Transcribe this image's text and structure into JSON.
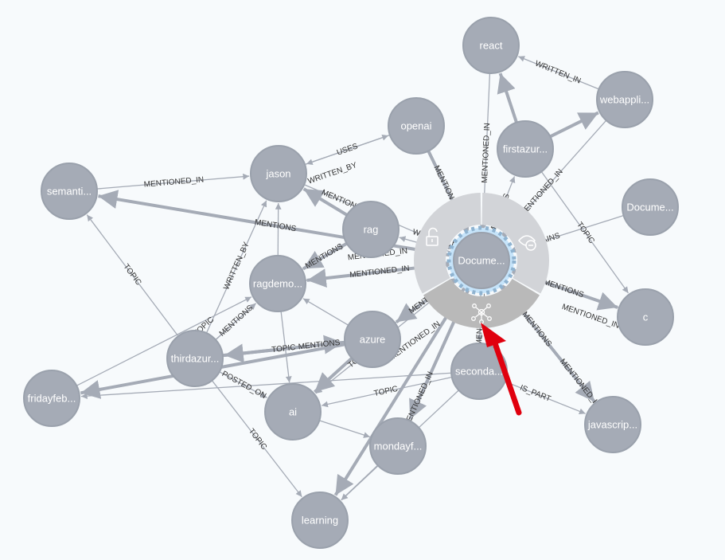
{
  "colors": {
    "node": "#a5abb6",
    "edge": "#a5abb6",
    "background": "#f7fafc",
    "ring_menu": "#d2d4d8",
    "ring_menu_active": "#b9b9b9",
    "selection_halo": "#c6e4fa",
    "annotation_arrow": "#e0000e"
  },
  "nodes": [
    {
      "id": "react",
      "label": "react"
    },
    {
      "id": "webappli",
      "label": "webappli..."
    },
    {
      "id": "openai",
      "label": "openai"
    },
    {
      "id": "firstazur",
      "label": "firstazur..."
    },
    {
      "id": "jason",
      "label": "jason"
    },
    {
      "id": "semanti",
      "label": "semanti..."
    },
    {
      "id": "docright",
      "label": "Docume..."
    },
    {
      "id": "rag",
      "label": "rag"
    },
    {
      "id": "ragdemo",
      "label": "ragdemo..."
    },
    {
      "id": "c",
      "label": "c"
    },
    {
      "id": "azure",
      "label": "azure"
    },
    {
      "id": "thirdazur",
      "label": "thirdazur..."
    },
    {
      "id": "seconda",
      "label": "seconda..."
    },
    {
      "id": "fridayfeb",
      "label": "fridayfeb..."
    },
    {
      "id": "ai",
      "label": "ai"
    },
    {
      "id": "javascrip",
      "label": "javascrip..."
    },
    {
      "id": "mondayf",
      "label": "mondayf..."
    },
    {
      "id": "learning",
      "label": "learning"
    },
    {
      "id": "doc",
      "label": "Docume...",
      "selected": true
    }
  ],
  "edges": [
    {
      "source": "webappli",
      "target": "react",
      "label": "WRITTEN_IN"
    },
    {
      "source": "react",
      "target": "doc",
      "label": "MENTIONED_IN"
    },
    {
      "source": "firstazur",
      "target": "react",
      "label": "",
      "thick": true
    },
    {
      "source": "firstazur",
      "target": "webappli",
      "label": "",
      "thick": true
    },
    {
      "source": "doc",
      "target": "firstazur",
      "label": "MENTIONS"
    },
    {
      "source": "webappli",
      "target": "doc",
      "label": "MENTIONED_IN"
    },
    {
      "source": "firstazur",
      "target": "c",
      "label": "TOPIC"
    },
    {
      "source": "docright",
      "target": "doc",
      "label": "CONTAINS"
    },
    {
      "source": "doc",
      "target": "c",
      "label": "MENTIONS",
      "thick": true
    },
    {
      "source": "c",
      "target": "doc",
      "label": "MENTIONED_IN"
    },
    {
      "source": "doc",
      "target": "javascrip",
      "label": "MENTIONS",
      "thick": true
    },
    {
      "source": "javascrip",
      "target": "doc",
      "label": "MENTIONED_IN"
    },
    {
      "source": "seconda",
      "target": "javascrip",
      "label": "IS_PART"
    },
    {
      "source": "jason",
      "target": "openai",
      "label": "USES"
    },
    {
      "source": "openai",
      "target": "jason",
      "label": "WRITTEN_BY"
    },
    {
      "source": "openai",
      "target": "doc",
      "label": "MENTIONED_IN",
      "thick": true
    },
    {
      "source": "jason",
      "target": "doc",
      "label": "MENTIONED_IN"
    },
    {
      "source": "semanti",
      "target": "jason",
      "label": "MENTIONED_IN"
    },
    {
      "source": "doc",
      "target": "semanti",
      "label": "MENTIONS",
      "thick": true
    },
    {
      "source": "thirdazur",
      "target": "semanti",
      "label": "TOPIC"
    },
    {
      "source": "thirdazur",
      "target": "jason",
      "label": "WRITTEN_BY"
    },
    {
      "source": "thirdazur",
      "target": "ragdemo",
      "label": "MENTIONS"
    },
    {
      "source": "thirdazur",
      "target": "ragdemo",
      "label": "TOPIC"
    },
    {
      "source": "rag",
      "target": "jason",
      "label": "",
      "thick": true
    },
    {
      "source": "ragdemo",
      "target": "rag",
      "label": ""
    },
    {
      "source": "rag",
      "target": "ragdemo",
      "label": "MENTIONS",
      "thick": true
    },
    {
      "source": "doc",
      "target": "ragdemo",
      "label": "MENTIONED_IN",
      "thick": true
    },
    {
      "source": "ragdemo",
      "target": "doc",
      "label": "MENTIONED_IN"
    },
    {
      "source": "doc",
      "target": "rag",
      "label": "WRITTEN_BY"
    },
    {
      "source": "ragdemo",
      "target": "jason",
      "label": ""
    },
    {
      "source": "azure",
      "target": "ragdemo",
      "label": ""
    },
    {
      "source": "ragdemo",
      "target": "ai",
      "label": ""
    },
    {
      "source": "azure",
      "target": "thirdazur",
      "label": "TOPIC",
      "thick": true
    },
    {
      "source": "thirdazur",
      "target": "azure",
      "label": "MENTIONS",
      "thick": true
    },
    {
      "source": "doc",
      "target": "azure",
      "label": "MENTIONS",
      "thick": true
    },
    {
      "source": "azure",
      "target": "doc",
      "label": "MENTIONED_IN"
    },
    {
      "source": "thirdazur",
      "target": "ai",
      "label": "POSTED_ON"
    },
    {
      "source": "thirdazur",
      "target": "learning",
      "label": "TOPIC"
    },
    {
      "source": "azure",
      "target": "fridayfeb",
      "label": "",
      "thick": true
    },
    {
      "source": "fridayfeb",
      "target": "ragdemo",
      "label": ""
    },
    {
      "source": "seconda",
      "target": "fridayfeb",
      "label": ""
    },
    {
      "source": "azure",
      "target": "ai",
      "label": "",
      "thick": true
    },
    {
      "source": "ai",
      "target": "mondayf",
      "label": ""
    },
    {
      "source": "seconda",
      "target": "ai",
      "label": "TOPIC"
    },
    {
      "source": "doc",
      "target": "mondayf",
      "label": "MENTIONED_IN",
      "thick": true
    },
    {
      "source": "doc",
      "target": "seconda",
      "label": "MENTIONED_IN"
    },
    {
      "source": "mondayf",
      "target": "learning",
      "label": ""
    },
    {
      "source": "doc",
      "target": "learning",
      "label": "",
      "thick": true
    },
    {
      "source": "seconda",
      "target": "learning",
      "label": ""
    },
    {
      "source": "doc",
      "target": "ai",
      "label": "TOPIC"
    }
  ],
  "ring_menu": {
    "items": [
      {
        "name": "unlock-node",
        "icon": "lock-open-icon"
      },
      {
        "name": "dismiss-node",
        "icon": "eye-off-icon"
      },
      {
        "name": "expand-node",
        "icon": "graph-expand-icon",
        "active": true
      }
    ]
  }
}
